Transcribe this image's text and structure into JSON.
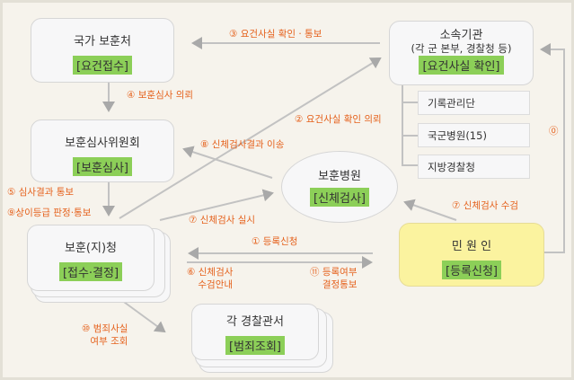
{
  "nodes": {
    "mpva": {
      "title": "국가 보훈처",
      "tag": "[요건접수]"
    },
    "committee": {
      "title": "보훈심사위원회",
      "tag": "[보훈심사]"
    },
    "office": {
      "title": "보훈(지)청",
      "tag": "[접수·결정]"
    },
    "police": {
      "title": "각 경찰관서",
      "tag": "[범죄조회]"
    },
    "hospital": {
      "title": "보훈병원",
      "tag": "[신체검사]"
    },
    "agency": {
      "title": "소속기관",
      "subtitle": "(각 군 본부, 경찰청 등)",
      "tag": "[요건사실 확인]",
      "children": [
        "기록관리단",
        "국군병원(15)",
        "지방경찰청"
      ]
    },
    "applicant": {
      "title": "민 원 인",
      "tag": "[등록신청]"
    }
  },
  "steps": {
    "s0": "⓪",
    "s1": "① 등록신청",
    "s2": "② 요건사실 확인 의뢰",
    "s3": "③ 요건사실 확인 · 통보",
    "s4": "④ 보훈심사 의뢰",
    "s5": "⑤ 심사결과 통보",
    "s6a": "⑥ 신체검사",
    "s6b": "수검안내",
    "s7a": "⑦ 신체검사 실시",
    "s7b": "⑦ 신체검사 수검",
    "s8": "⑧ 신체검사결과 이송",
    "s9": "⑨상이등급 판정·통보",
    "s10a": "⑩ 범죄사실",
    "s10b": "여부 조회",
    "s11a": "⑪  등록여부",
    "s11b": "결정통보"
  },
  "colors": {
    "accent": "#e5621d",
    "tag": "#8ccf58",
    "applicant": "#fbf39f",
    "arrow": "#b3b3b3"
  }
}
